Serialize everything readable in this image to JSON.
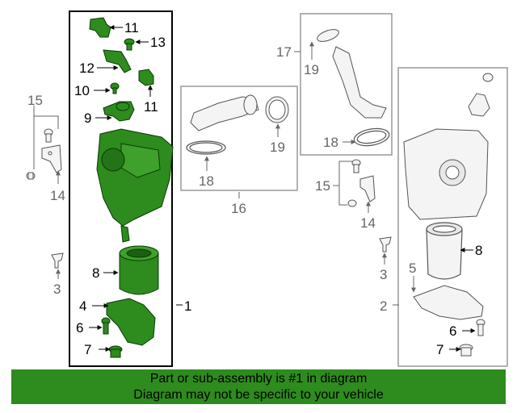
{
  "colors": {
    "highlight_fill": "#2e8b1e",
    "highlight_stroke": "#0b3b06",
    "ghost_stroke": "#555555",
    "ghost_fill": "#f4f4f4",
    "box_dark": "#000000",
    "box_gray": "#999999",
    "banner_bg": "#2e8b1e"
  },
  "callouts": {
    "c11a": "11",
    "c13": "13",
    "c12": "12",
    "c10": "10",
    "c11b": "11",
    "c9": "9",
    "c8a": "8",
    "c4": "4",
    "c6a": "6",
    "c7a": "7",
    "c1": "1",
    "c15a": "15",
    "c14a": "14",
    "c3a": "3",
    "c18a": "18",
    "c19a": "19",
    "c16": "16",
    "c17": "17",
    "c19b": "19",
    "c18b": "18",
    "c15b": "15",
    "c14b": "14",
    "c3b": "3",
    "c8b": "8",
    "c5": "5",
    "c2": "2",
    "c6b": "6",
    "c7b": "7"
  },
  "banner": {
    "line1": "Part or sub-assembly is #1 in diagram",
    "line2": "Diagram may not be specific to your vehicle"
  }
}
